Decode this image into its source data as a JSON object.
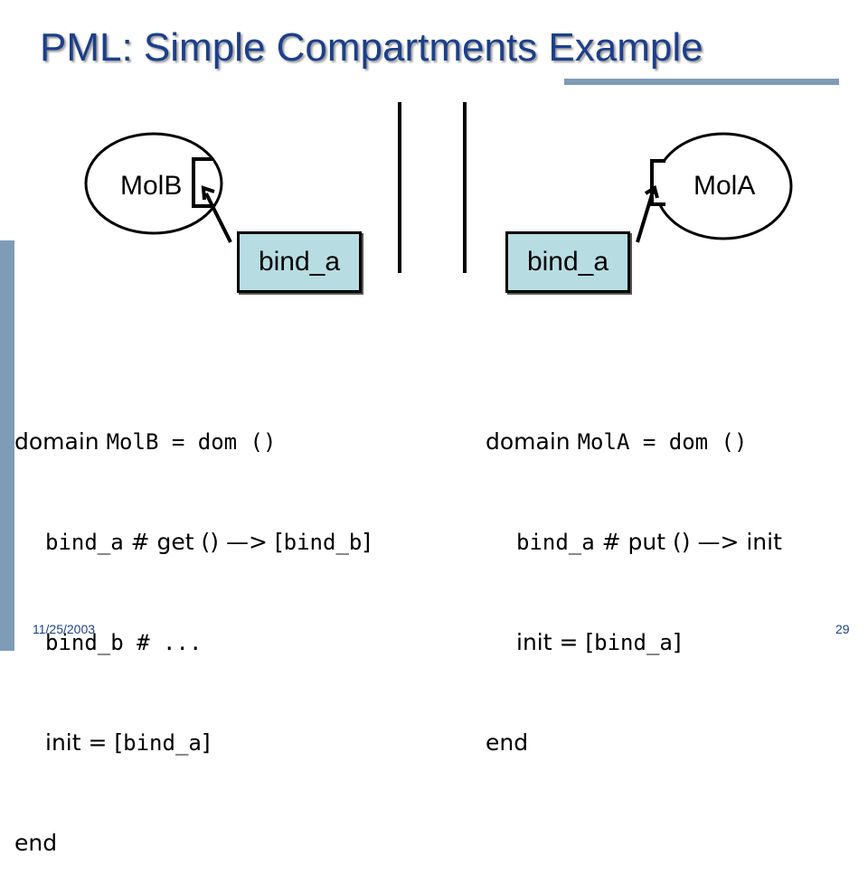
{
  "slide": {
    "title": "PML: Simple Compartments Example",
    "date": "11/25/2003",
    "page_number": "29"
  },
  "diagram": {
    "left_molecule": "MolB",
    "right_molecule": "MolA",
    "left_box": "bind_a",
    "right_box": "bind_a"
  },
  "code_left": {
    "l1_kw": "domain",
    "l1_name": "MolB",
    "l1_rest": " = dom ()",
    "l2_a": "bind_a",
    "l2_b": " # get () —> [",
    "l2_c": "bind_b",
    "l2_d": "]",
    "l3_a": "bind_b",
    "l3_b": " # ...",
    "l4_a": "init = [",
    "l4_b": "bind_a",
    "l4_c": "]",
    "l5": "end"
  },
  "code_right": {
    "l1_kw": "domain",
    "l1_name": "MolA",
    "l1_rest": " = dom ()",
    "l2_a": "bind_a",
    "l2_b": " # put () —> init",
    "l3_a": "init = [",
    "l3_b": "bind_a",
    "l3_c": "]",
    "l4": "end"
  }
}
